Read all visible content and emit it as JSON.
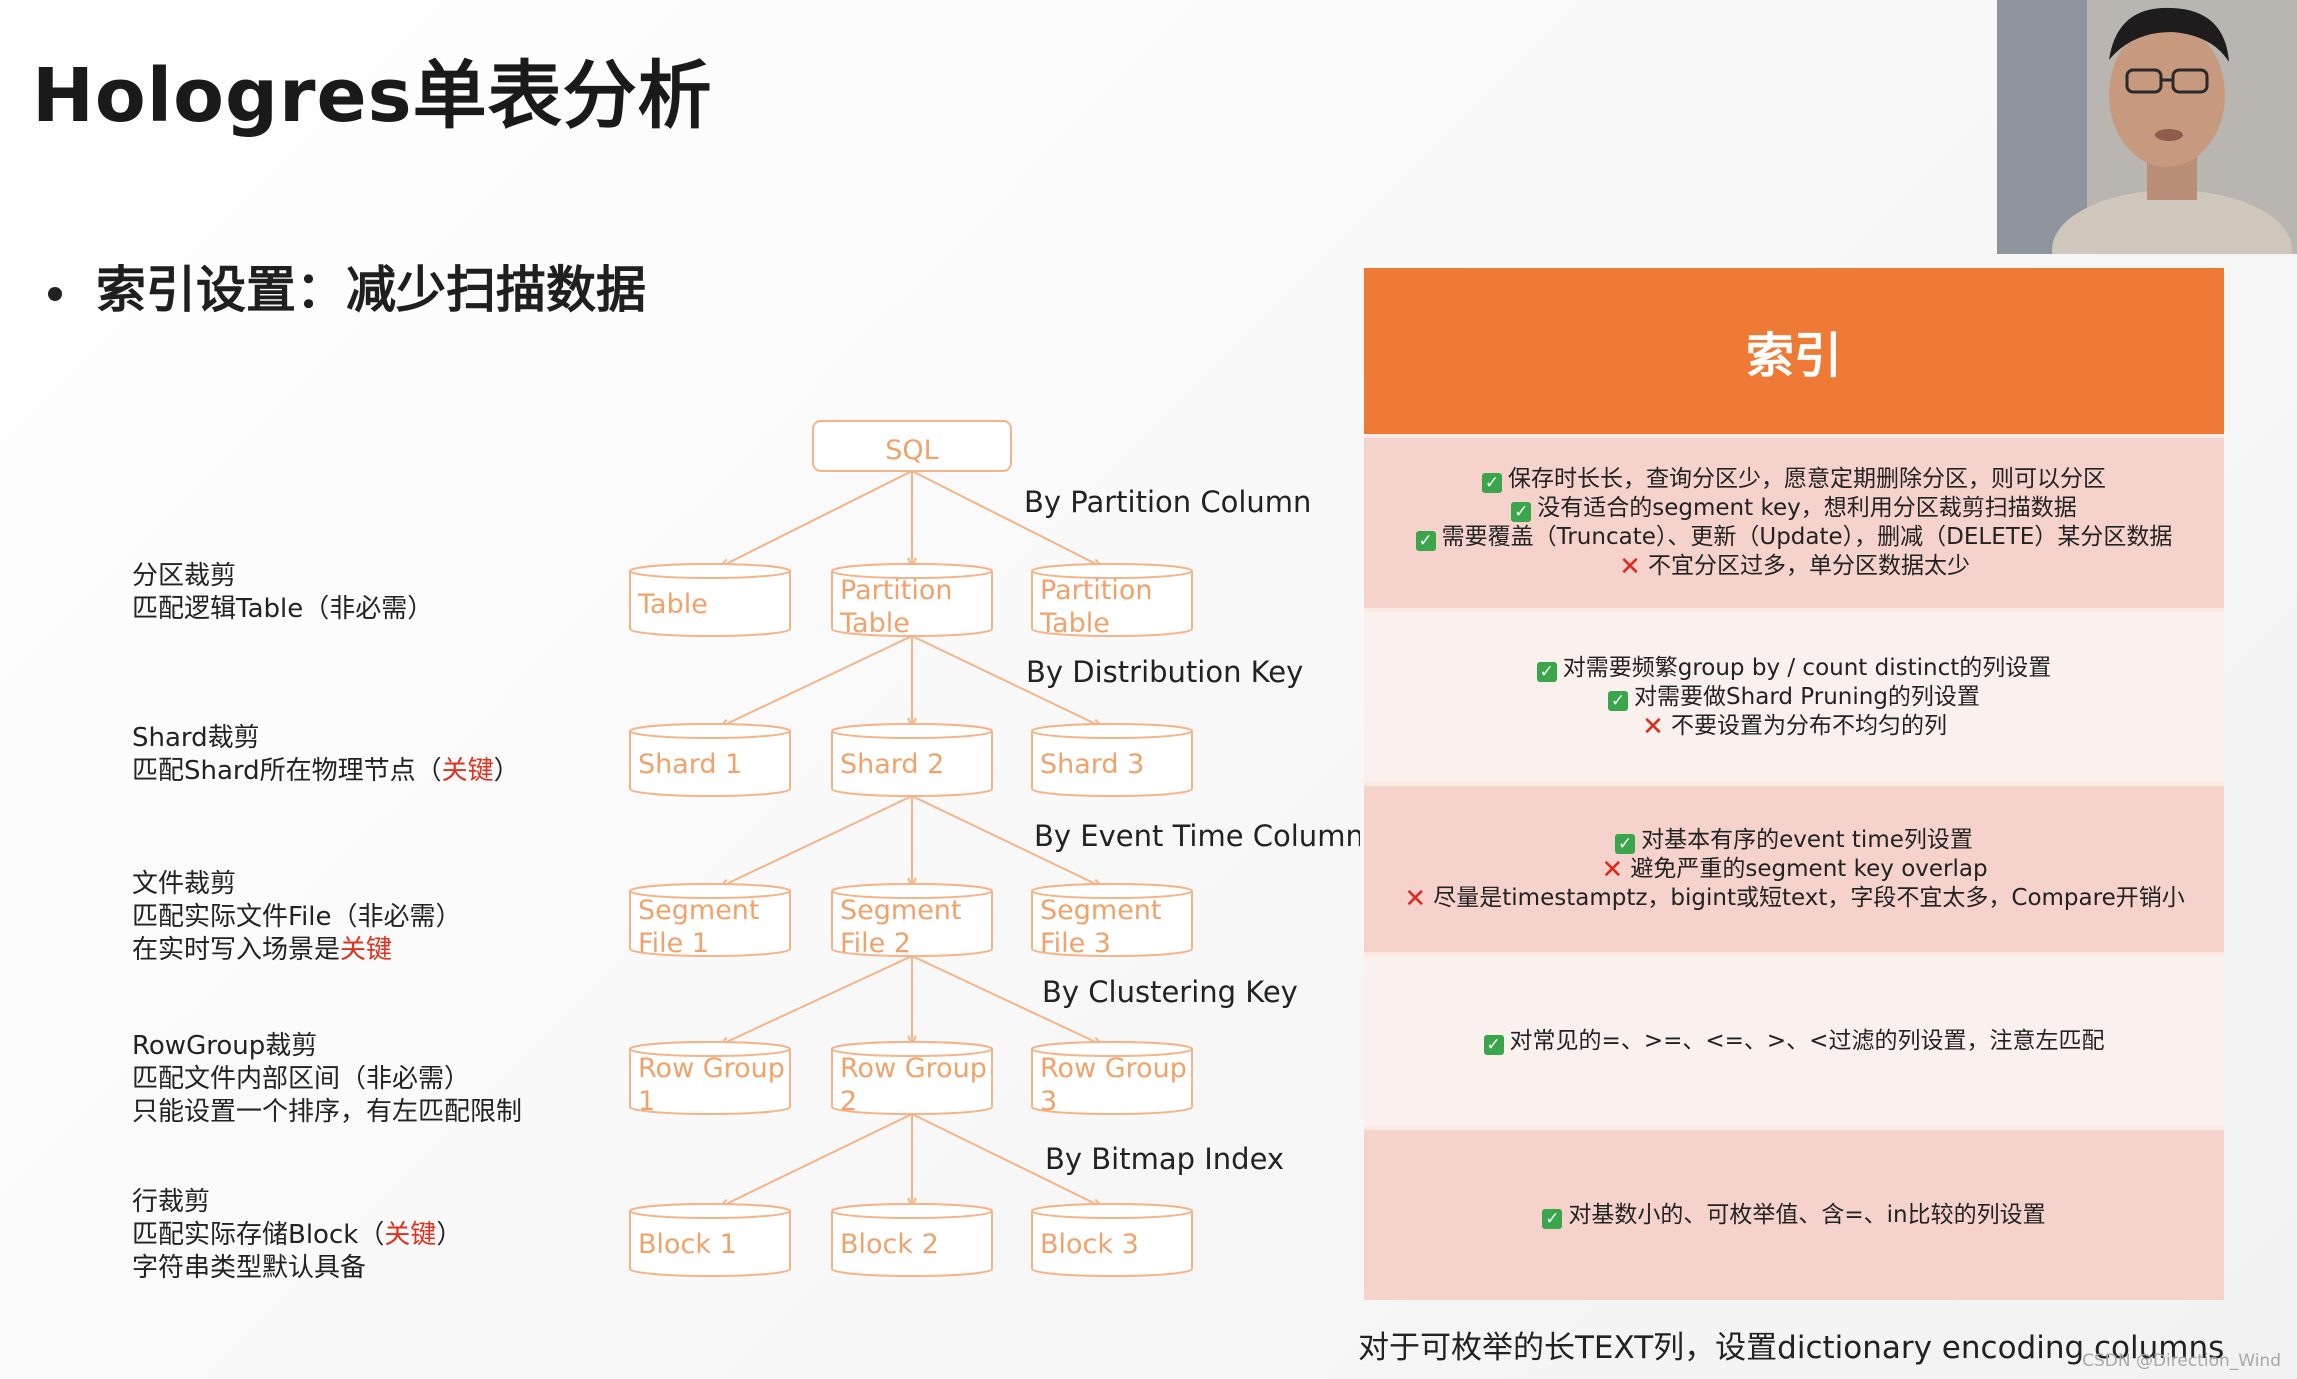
{
  "slide_title": "Hologres单表分析",
  "bullet": "索引设置：减少扫描数据",
  "left_labels": [
    {
      "line1": "分区裁剪",
      "line2_text": "匹配逻辑Table（非必需）",
      "line2_key": "",
      "line2_suffix": "",
      "line3_text": "",
      "line3_key": ""
    },
    {
      "line1": "Shard裁剪",
      "line2_text": "匹配Shard所在物理节点（",
      "line2_key": "关键",
      "line2_suffix": "）",
      "line3_text": "",
      "line3_key": ""
    },
    {
      "line1": "文件裁剪",
      "line2_text": "匹配实际文件File（非必需）",
      "line2_key": "",
      "line2_suffix": "",
      "line3_text": "在实时写入场景是",
      "line3_key": "关键"
    },
    {
      "line1": "RowGroup裁剪",
      "line2_text": "匹配文件内部区间（非必需）",
      "line2_key": "",
      "line2_suffix": "",
      "line3_text": "只能设置一个排序，有左匹配限制",
      "line3_key": ""
    },
    {
      "line1": "行裁剪",
      "line2_text": "匹配实际存储Block（",
      "line2_key": "关键",
      "line2_suffix": "）",
      "line3_text": "字符串类型默认具备",
      "line3_key": ""
    }
  ],
  "diagram": {
    "root": "SQL",
    "levels": [
      {
        "edge_label": "By Partition Column",
        "nodes": [
          [
            "Table"
          ],
          [
            "Partition",
            "Table"
          ],
          [
            "Partition",
            "Table"
          ]
        ]
      },
      {
        "edge_label": "By Distribution Key",
        "nodes": [
          [
            "Shard 1"
          ],
          [
            "Shard 2"
          ],
          [
            "Shard 3"
          ]
        ]
      },
      {
        "edge_label": "By Event Time Column",
        "nodes": [
          [
            "Segment",
            "File 1"
          ],
          [
            "Segment",
            "File 2"
          ],
          [
            "Segment",
            "File 3"
          ]
        ]
      },
      {
        "edge_label": "By Clustering Key",
        "nodes": [
          [
            "Row Group",
            "1"
          ],
          [
            "Row Group",
            "2"
          ],
          [
            "Row Group",
            "3"
          ]
        ]
      },
      {
        "edge_label": "By Bitmap Index",
        "nodes": [
          [
            "Block 1"
          ],
          [
            "Block 2"
          ],
          [
            "Block 3"
          ]
        ]
      }
    ]
  },
  "panel": {
    "header": "索引",
    "rows": [
      {
        "style": "pink",
        "lines": [
          {
            "icon": "check",
            "text": "保存时长长，查询分区少，愿意定期删除分区，则可以分区"
          },
          {
            "icon": "check",
            "text": "没有适合的segment key，想利用分区裁剪扫描数据"
          },
          {
            "icon": "check",
            "text": "需要覆盖（Truncate）、更新（Update），删减（DELETE）某分区数据"
          },
          {
            "icon": "cross",
            "text": "不宜分区过多，单分区数据太少"
          }
        ]
      },
      {
        "style": "light",
        "lines": [
          {
            "icon": "check",
            "text": "对需要频繁group by / count distinct的列设置"
          },
          {
            "icon": "check",
            "text": "对需要做Shard Pruning的列设置"
          },
          {
            "icon": "cross",
            "text": "不要设置为分布不均匀的列"
          }
        ]
      },
      {
        "style": "pink",
        "lines": [
          {
            "icon": "check",
            "text": "对基本有序的event time列设置"
          },
          {
            "icon": "cross",
            "text": "避免严重的segment key overlap"
          },
          {
            "icon": "cross",
            "text": "尽量是timestamptz，bigint或短text，字段不宜太多，Compare开销小"
          }
        ]
      },
      {
        "style": "light",
        "lines": [
          {
            "icon": "check",
            "text": "对常见的=、>=、<=、>、<过滤的列设置，注意左匹配"
          }
        ]
      },
      {
        "style": "pink",
        "lines": [
          {
            "icon": "check",
            "text": "对基数小的、可枚举值、含=、in比较的列设置"
          }
        ]
      }
    ]
  },
  "bottom_note": "对于可枚举的长TEXT列，设置dictionary encoding columns",
  "watermark": "CSDN @Direction_Wind",
  "icons": {
    "check": "check-icon",
    "cross": "cross-icon"
  },
  "colors": {
    "accent": "#ee7a35",
    "node_stroke": "#f4b488",
    "node_text": "#f0a26a",
    "row_pink": "#f5d2cb",
    "row_light": "#faf1ef",
    "key_red": "#e0301e"
  }
}
